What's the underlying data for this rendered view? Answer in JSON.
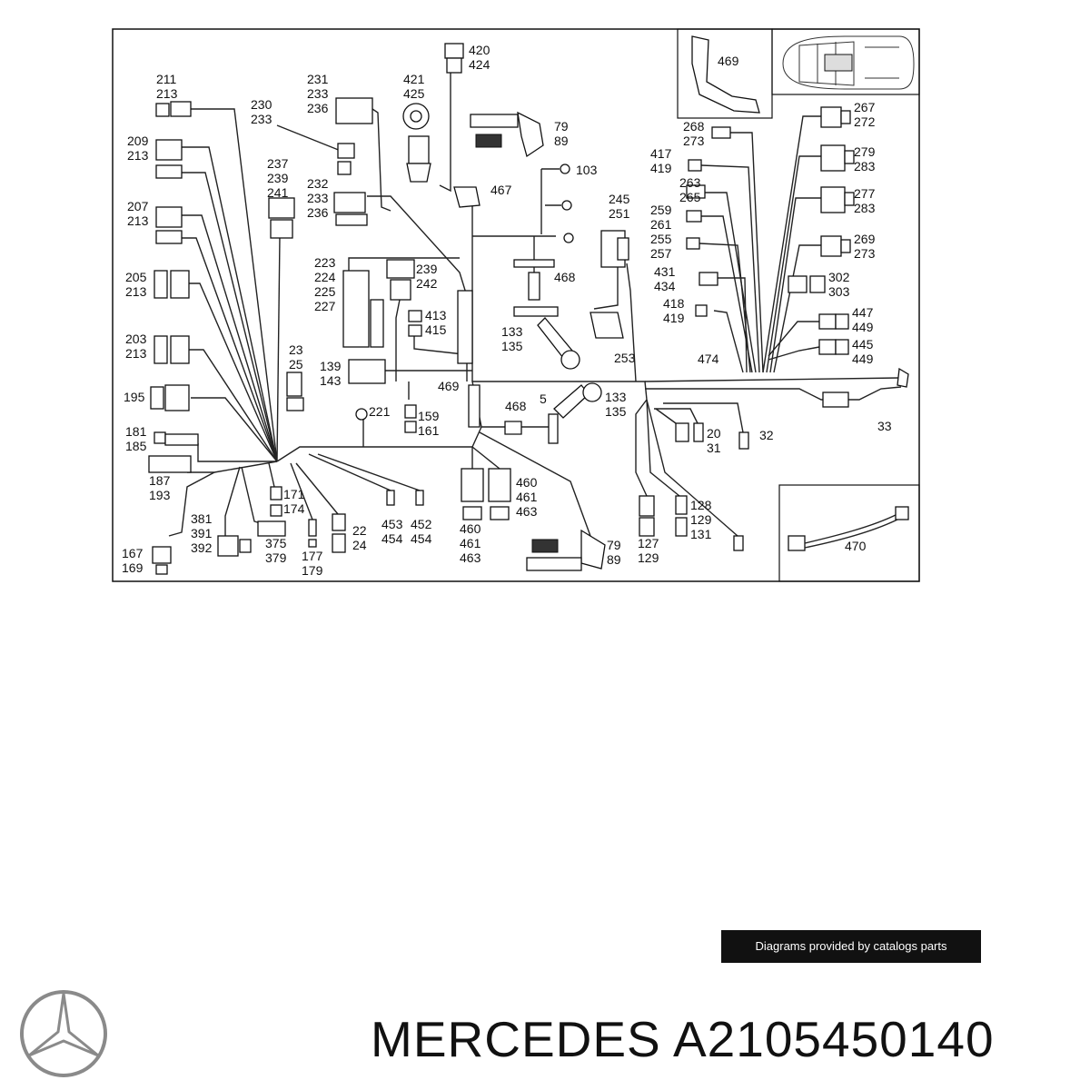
{
  "diagram": {
    "callouts": [
      {
        "id": "c211",
        "lines": [
          "211",
          "213"
        ]
      },
      {
        "id": "c209",
        "lines": [
          "209",
          "213"
        ]
      },
      {
        "id": "c207",
        "lines": [
          "207",
          "213"
        ]
      },
      {
        "id": "c205",
        "lines": [
          "205",
          "213"
        ]
      },
      {
        "id": "c203",
        "lines": [
          "203",
          "213"
        ]
      },
      {
        "id": "c195",
        "lines": [
          "195"
        ]
      },
      {
        "id": "c181",
        "lines": [
          "181",
          "185"
        ]
      },
      {
        "id": "c187",
        "lines": [
          "187",
          "193"
        ]
      },
      {
        "id": "c167",
        "lines": [
          "167",
          "169"
        ]
      },
      {
        "id": "c230",
        "lines": [
          "230",
          "233"
        ]
      },
      {
        "id": "c231",
        "lines": [
          "231",
          "233",
          "236"
        ]
      },
      {
        "id": "c237",
        "lines": [
          "237",
          "239",
          "241"
        ]
      },
      {
        "id": "c232",
        "lines": [
          "232",
          "233",
          "236"
        ]
      },
      {
        "id": "c421",
        "lines": [
          "421",
          "425"
        ]
      },
      {
        "id": "c420",
        "lines": [
          "420",
          "424"
        ]
      },
      {
        "id": "c79a",
        "lines": [
          "79",
          "89"
        ]
      },
      {
        "id": "c103",
        "lines": [
          "103"
        ]
      },
      {
        "id": "c467",
        "lines": [
          "467"
        ]
      },
      {
        "id": "c223",
        "lines": [
          "223",
          "224",
          "225",
          "227"
        ]
      },
      {
        "id": "c239",
        "lines": [
          "239",
          "242"
        ]
      },
      {
        "id": "c413",
        "lines": [
          "413",
          "415"
        ]
      },
      {
        "id": "c468a",
        "lines": [
          "468"
        ]
      },
      {
        "id": "c133a",
        "lines": [
          "133",
          "135"
        ]
      },
      {
        "id": "c245",
        "lines": [
          "245",
          "251"
        ]
      },
      {
        "id": "c253",
        "lines": [
          "253"
        ]
      },
      {
        "id": "c23",
        "lines": [
          "23",
          "25"
        ]
      },
      {
        "id": "c139",
        "lines": [
          "139",
          "143"
        ]
      },
      {
        "id": "c469a",
        "lines": [
          "469"
        ]
      },
      {
        "id": "c5",
        "lines": [
          "5"
        ]
      },
      {
        "id": "c468b",
        "lines": [
          "468"
        ]
      },
      {
        "id": "c133b",
        "lines": [
          "133",
          "135"
        ]
      },
      {
        "id": "c221",
        "lines": [
          "221"
        ]
      },
      {
        "id": "c159",
        "lines": [
          "159",
          "161"
        ]
      },
      {
        "id": "c171",
        "lines": [
          "171",
          "174"
        ]
      },
      {
        "id": "c381",
        "lines": [
          "381",
          "391",
          "392"
        ]
      },
      {
        "id": "c375",
        "lines": [
          "375",
          "379"
        ]
      },
      {
        "id": "c177",
        "lines": [
          "177",
          "179"
        ]
      },
      {
        "id": "c22",
        "lines": [
          "22",
          "24"
        ]
      },
      {
        "id": "c453",
        "lines": [
          "453",
          "454"
        ]
      },
      {
        "id": "c452",
        "lines": [
          "452",
          "454"
        ]
      },
      {
        "id": "c460a",
        "lines": [
          "460",
          "461",
          "463"
        ]
      },
      {
        "id": "c460b",
        "lines": [
          "460",
          "461",
          "463"
        ]
      },
      {
        "id": "c79b",
        "lines": [
          "79",
          "89"
        ]
      },
      {
        "id": "c127",
        "lines": [
          "127",
          "129"
        ]
      },
      {
        "id": "c128",
        "lines": [
          "128",
          "129",
          "131"
        ]
      },
      {
        "id": "c20",
        "lines": [
          "20",
          "31"
        ]
      },
      {
        "id": "c32",
        "lines": [
          "32"
        ]
      },
      {
        "id": "c33",
        "lines": [
          "33"
        ]
      },
      {
        "id": "c474",
        "lines": [
          "474"
        ]
      },
      {
        "id": "c268",
        "lines": [
          "268",
          "273"
        ]
      },
      {
        "id": "c417",
        "lines": [
          "417",
          "419"
        ]
      },
      {
        "id": "c263",
        "lines": [
          "263",
          "265"
        ]
      },
      {
        "id": "c259",
        "lines": [
          "259",
          "261"
        ]
      },
      {
        "id": "c255",
        "lines": [
          "255",
          "257"
        ]
      },
      {
        "id": "c431",
        "lines": [
          "431",
          "434"
        ]
      },
      {
        "id": "c418",
        "lines": [
          "418",
          "419"
        ]
      },
      {
        "id": "c267",
        "lines": [
          "267",
          "272"
        ]
      },
      {
        "id": "c279",
        "lines": [
          "279",
          "283"
        ]
      },
      {
        "id": "c277",
        "lines": [
          "277",
          "283"
        ]
      },
      {
        "id": "c269",
        "lines": [
          "269",
          "273"
        ]
      },
      {
        "id": "c302",
        "lines": [
          "302",
          "303"
        ]
      },
      {
        "id": "c447",
        "lines": [
          "447",
          "449"
        ]
      },
      {
        "id": "c445",
        "lines": [
          "445",
          "449"
        ]
      },
      {
        "id": "c469b",
        "lines": [
          "469"
        ]
      },
      {
        "id": "c470",
        "lines": [
          "470"
        ]
      }
    ]
  },
  "credit": "Diagrams provided by catalogs parts",
  "brand": {
    "name": "MERCEDES",
    "part_number": "A2105450140",
    "title": "MERCEDES A2105450140",
    "logo_icon": "mercedes-star-icon",
    "logo_color": "#8a8a8a"
  }
}
